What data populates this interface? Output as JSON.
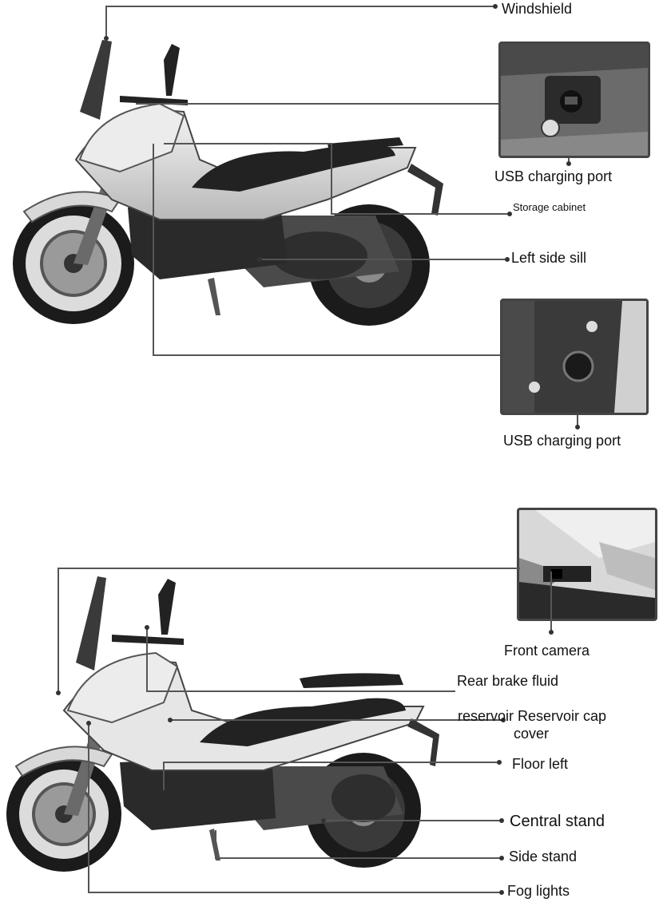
{
  "top_figure": {
    "labels": {
      "windshield": "Windshield",
      "usb_port_1": "USB charging port",
      "storage_cabinet": "Storage cabinet",
      "left_side_sill": "Left side sill",
      "usb_port_2": "USB charging port"
    }
  },
  "bottom_figure": {
    "labels": {
      "front_camera": "Front camera",
      "rear_brake_fluid": "Rear brake fluid",
      "reservoir_line1": "reservoir Reservoir cap",
      "reservoir_line2": "cover",
      "floor_left": "Floor left",
      "central_stand": "Central stand",
      "side_stand": "Side stand",
      "fog_lights": "Fog lights"
    }
  }
}
